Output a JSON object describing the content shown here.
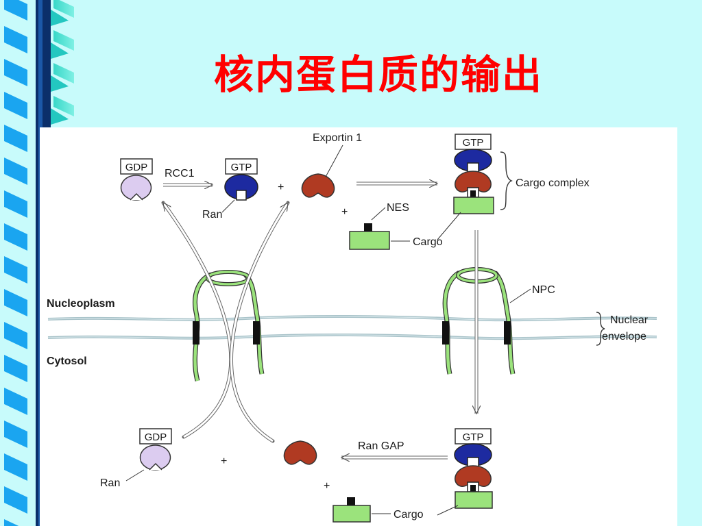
{
  "title": "核内蛋白质的输出",
  "diagram": {
    "gdp": "GDP",
    "gtp": "GTP",
    "rcc1": "RCC1",
    "ran": "Ran",
    "exportin": "Exportin 1",
    "nes": "NES",
    "cargo": "Cargo",
    "cargo_complex": "Cargo complex",
    "npc": "NPC",
    "nucleoplasm": "Nucleoplasm",
    "cytosol": "Cytosol",
    "nuclear": "Nuclear",
    "envelope": "envelope",
    "ran_gap": "Ran GAP",
    "plus": "+"
  },
  "colors": {
    "title": "#ff0000",
    "background": "#c8fbfb",
    "ran_gtp": "#1d2aa0",
    "ran_gdp": "#dcccf0",
    "exportin": "#b03a22",
    "cargo": "#9be37c",
    "npc": "#9be37c",
    "membrane": "#a9c3c9"
  }
}
